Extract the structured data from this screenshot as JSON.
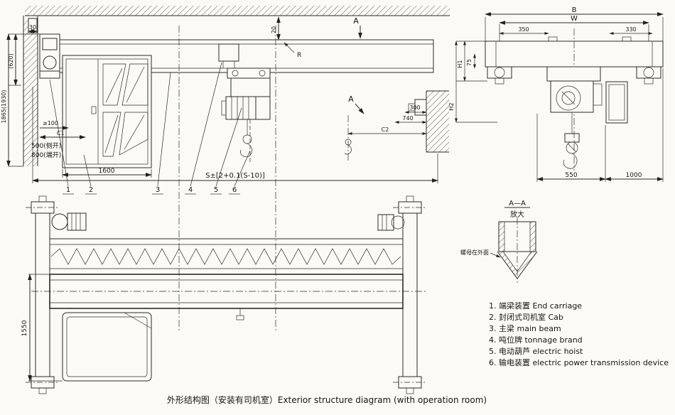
{
  "caption": "外形结构图（安装有司机室）Exterior structure diagram (with operation room)",
  "legend": {
    "items": [
      "1.  端梁装置 End carriage",
      "2.  封闭式司机室 Cab",
      "3.  主梁 main beam",
      "4.  吨位牌 tonnage brand",
      "5.  电动葫芦 electric hoist",
      "6.  输电装置 electric power transmission device"
    ]
  },
  "section": {
    "title": "A—A",
    "subtitle": "放大",
    "note": "螺母在外面"
  },
  "view_labels": {
    "a": "A"
  },
  "callouts": [
    "1",
    "2",
    "3",
    "4",
    "5",
    "6"
  ],
  "dims": {
    "d30": "30",
    "d620": "(620)",
    "d1865": "1865(1930)",
    "ge100": "≥100",
    "c1": "C1",
    "d500_side": "500(侧开)",
    "d800_end": "800(端开)",
    "d1600": "1600",
    "d20": "20",
    "r": "R",
    "d300": "300",
    "d740": "740",
    "c2": "C2",
    "span": "S±[2+0.1(S-10)]",
    "b": "B",
    "w": "W",
    "d350": "350",
    "d330": "330",
    "d75": "75",
    "h1": "H1",
    "h2": "H2",
    "d550": "550",
    "d1000": "1000",
    "d1550": "1550"
  }
}
